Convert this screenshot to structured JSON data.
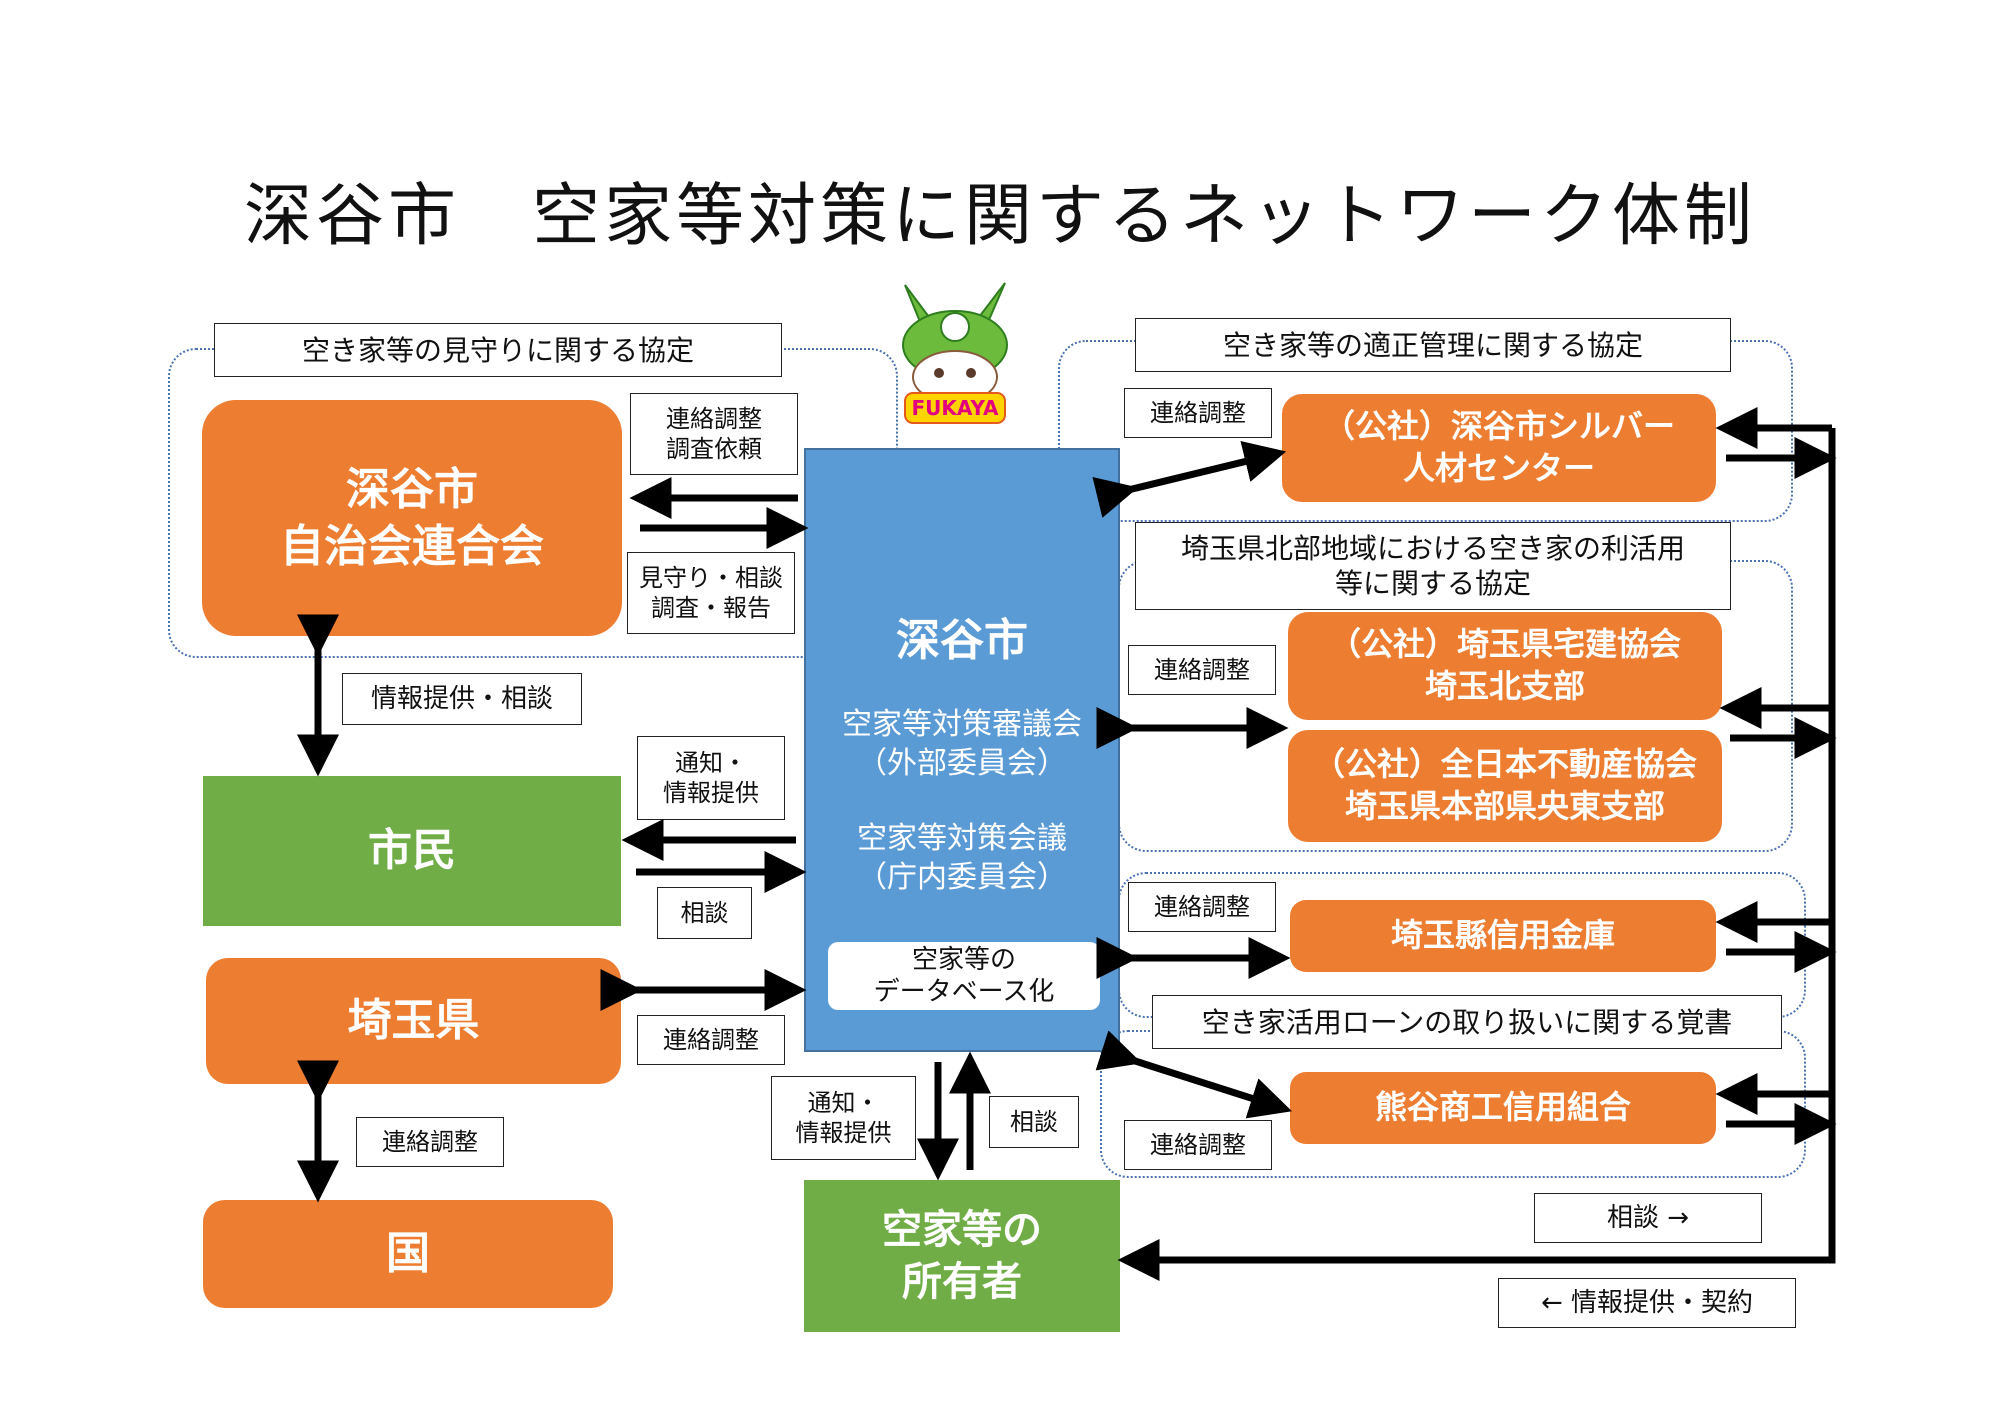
{
  "title": "深谷市　空家等対策に関するネットワーク体制",
  "mascot": {
    "name": "ふっかちゃん-mascot-icon",
    "text": "FUKAYA"
  },
  "nodes": {
    "jichikai": "深谷市\n自治会連合会",
    "shimin": "市民",
    "saitama_pref": "埼玉県",
    "kuni": "国",
    "fukaya_city": {
      "name": "深谷市",
      "council1": "空家等対策審議会\n（外部委員会）",
      "council2": "空家等対策会議\n（庁内委員会）",
      "database": "空家等の\nデータベース化"
    },
    "owners": "空家等の\n所有者",
    "silver": "（公社）深谷市シルバー\n人材センター",
    "takken": "（公社）埼玉県宅建協会\n埼玉北支部",
    "zennichi": "（公社）全日本不動産協会\n埼玉県本部県央東支部",
    "shinkin": "埼玉縣信用金庫",
    "kumagaya": "熊谷商工信用組合"
  },
  "agreements": {
    "mimamori": "空き家等の見守りに関する協定",
    "kanri": "空き家等の適正管理に関する協定",
    "rikatsuyo": "埼玉県北部地域における空き家の利活用\n等に関する協定",
    "loan": "空き家活用ローンの取り扱いに関する覚書"
  },
  "labels": {
    "renraku_chousa": "連絡調整\n調査依頼",
    "mimamori_soudan": "見守り・相談\n調査・報告",
    "jouhou_soudan": "情報提供・相談",
    "tsuchi_jouhou_1": "通知・\n情報提供",
    "soudan_1": "相談",
    "renraku_pref": "連絡調整",
    "renraku_kuni": "連絡調整",
    "tsuchi_jouhou_2": "通知・\n情報提供",
    "soudan_2": "相談",
    "renraku_silver": "連絡調整",
    "renraku_takken": "連絡調整",
    "renraku_shinkin": "連絡調整",
    "renraku_kumagaya": "連絡調整",
    "legend_soudan": "相談 →",
    "legend_jouhou": "← 情報提供・契約"
  },
  "colors": {
    "orange": "#ED7D31",
    "green": "#70AD47",
    "blue": "#5B9BD5",
    "dotted": "#4A72B0"
  }
}
